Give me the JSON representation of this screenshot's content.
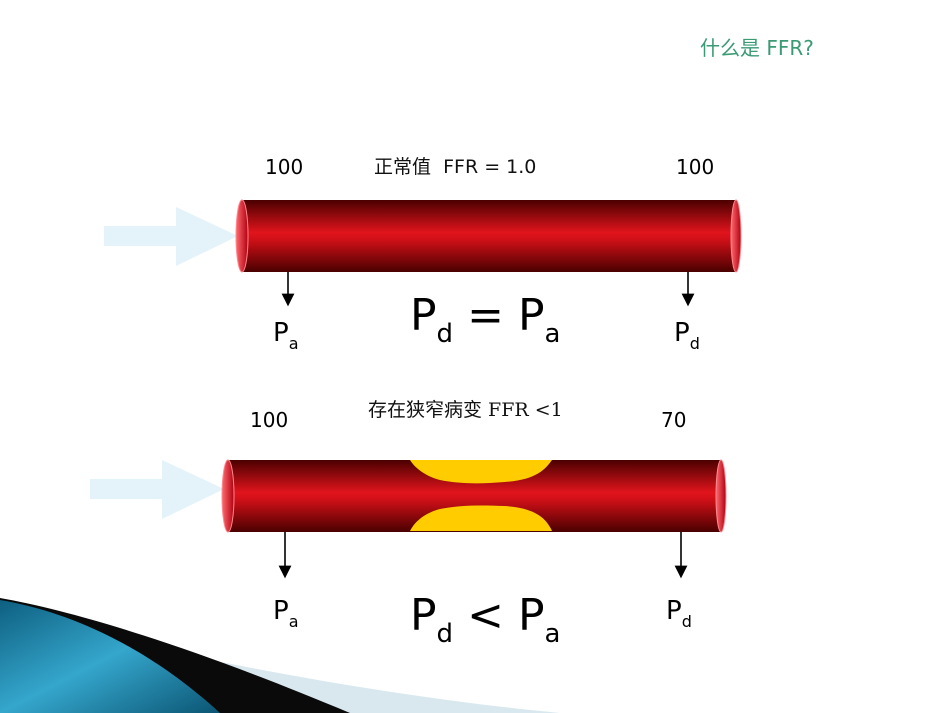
{
  "title": "什么是 FFR?",
  "colors": {
    "title": "#3a9a74",
    "vessel_light": "#e0141c",
    "vessel_dark": "#5a0000",
    "plaque": "#ffcc00",
    "arrow": "#e3f3f9",
    "swoosh_blue": "#1a7fa6"
  },
  "normal": {
    "caption_prefix": "正常值",
    "caption_ffr": "FFR = 1.0",
    "pressure_left": "100",
    "pressure_right": "100",
    "label_left": {
      "main": "P",
      "sub": "a"
    },
    "label_right": {
      "main": "P",
      "sub": "d"
    },
    "equation": {
      "left_main": "P",
      "left_sub": "d",
      "operator": "=",
      "right_main": "P",
      "right_sub": "a"
    }
  },
  "stenosis": {
    "caption": "存在狭窄病变 FFR  <1",
    "pressure_left": "100",
    "pressure_right": "70",
    "label_left": {
      "main": "P",
      "sub": "a"
    },
    "label_right": {
      "main": "P",
      "sub": "d"
    },
    "equation": {
      "left_main": "P",
      "left_sub": "d",
      "operator": "<",
      "right_main": "P",
      "right_sub": "a"
    }
  }
}
